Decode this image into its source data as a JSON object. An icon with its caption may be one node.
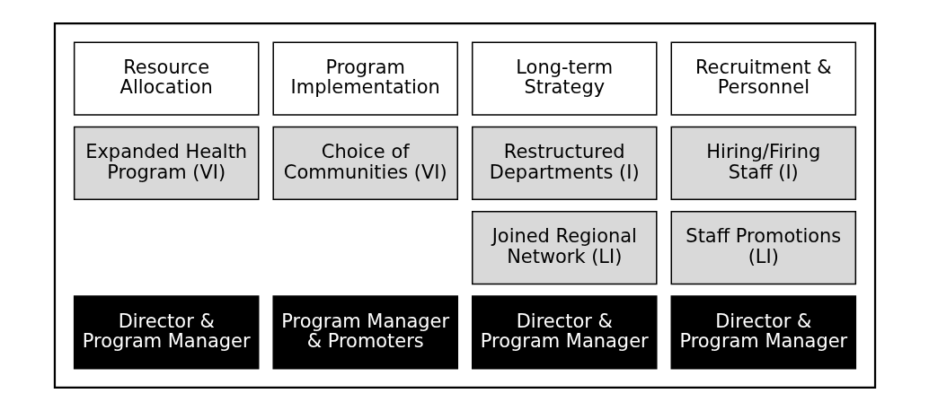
{
  "diagram": {
    "nodes": [
      {
        "text": [],
        "shape": "box"
      },
      {
        "text": [
          "Resource Allocation"
        ],
        "in": 0
      },
      {
        "text": [
          "Program Implementation"
        ],
        "in": 0
      },
      {
        "text": [
          "Long-term Strategy"
        ],
        "in": 0
      },
      {
        "text": [
          "Recruitment & Personnel"
        ],
        "in": 0
      },
      {
        "text": [
          "Expanded Health Program (VI)"
        ],
        "in": 0
      },
      {
        "text": [
          "Choice of Communities (VI)"
        ],
        "in": 0
      },
      {
        "text": [
          "Restructured Departments (I)"
        ],
        "in": 0
      },
      {
        "text": [
          "Hiring/Firing Staff (I)"
        ],
        "in": 0
      },
      {
        "text": [
          "Joined Regional Network (LI)"
        ],
        "in": 0
      },
      {
        "text": [
          "Staff Promotions (LI)"
        ],
        "in": 0
      },
      {
        "text": [
          "Director & Program Manager"
        ],
        "in": 0
      },
      {
        "text": [
          "Program Manager & Promoters"
        ],
        "in": 0
      },
      {
        "text": [
          "Director & Program Manager"
        ],
        "in": 0
      },
      {
        "text": [
          "Director & Program Manager"
        ],
        "in": 0
      }
    ],
    "edges": []
  }
}
